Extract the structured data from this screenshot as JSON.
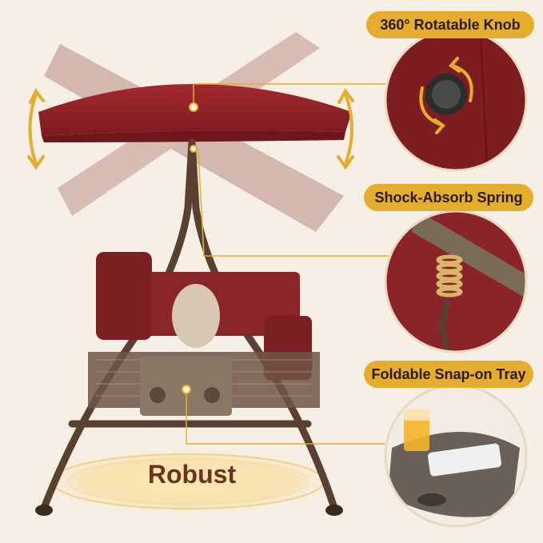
{
  "features": {
    "knob_label": "360° Rotatable Knob",
    "spring_label": "Shock-Absorb Spring",
    "tray_label": "Foldable Snap-on Tray"
  },
  "base": {
    "label": "Robust"
  },
  "icons": [
    "rotate-arrow-icon",
    "double-arrow-icon"
  ],
  "colors": {
    "canopy": "#8f2226",
    "frame": "#5a4030",
    "accent": "#e5ad2e",
    "background": "#f6efe5",
    "robust_text": "#6b3320"
  }
}
